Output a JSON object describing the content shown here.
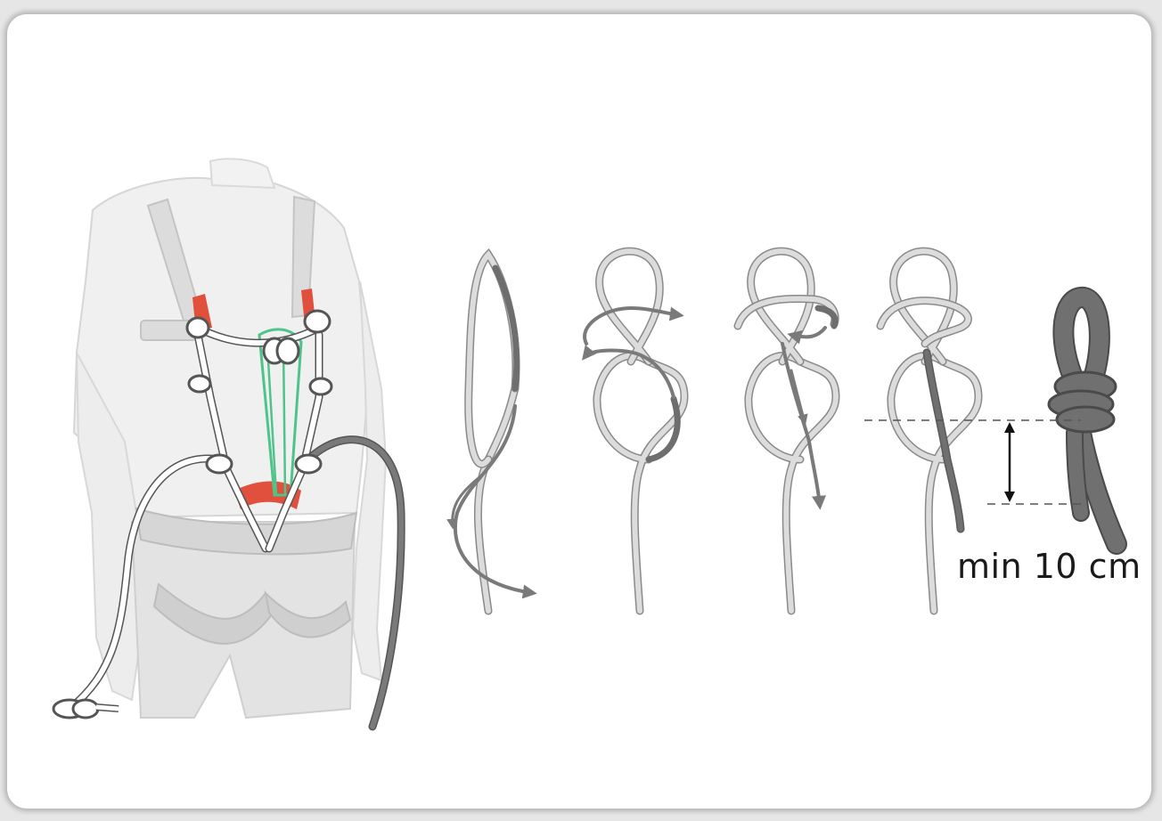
{
  "illustration": {
    "subject": "figure-eight-knot-tie-in",
    "steps": [
      {
        "id": 1,
        "icon": "rope-end-icon"
      },
      {
        "id": 2,
        "icon": "figure-eight-loop-icon"
      },
      {
        "id": 3,
        "icon": "rethread-knot-icon"
      },
      {
        "id": 4,
        "icon": "dressed-knot-icon"
      },
      {
        "id": 5,
        "icon": "finished-knot-icon"
      }
    ],
    "measurement_label": "min 10 cm",
    "colors": {
      "rope_light": "#d9d9d9",
      "rope_outline": "#8a8a8a",
      "rope_dark": "#707070",
      "arrow": "#7a7a7a",
      "harness_accent": "#e0503c",
      "sling": "#4fc48a",
      "figure": "#efefef",
      "harness": "#c9c9c9"
    }
  }
}
